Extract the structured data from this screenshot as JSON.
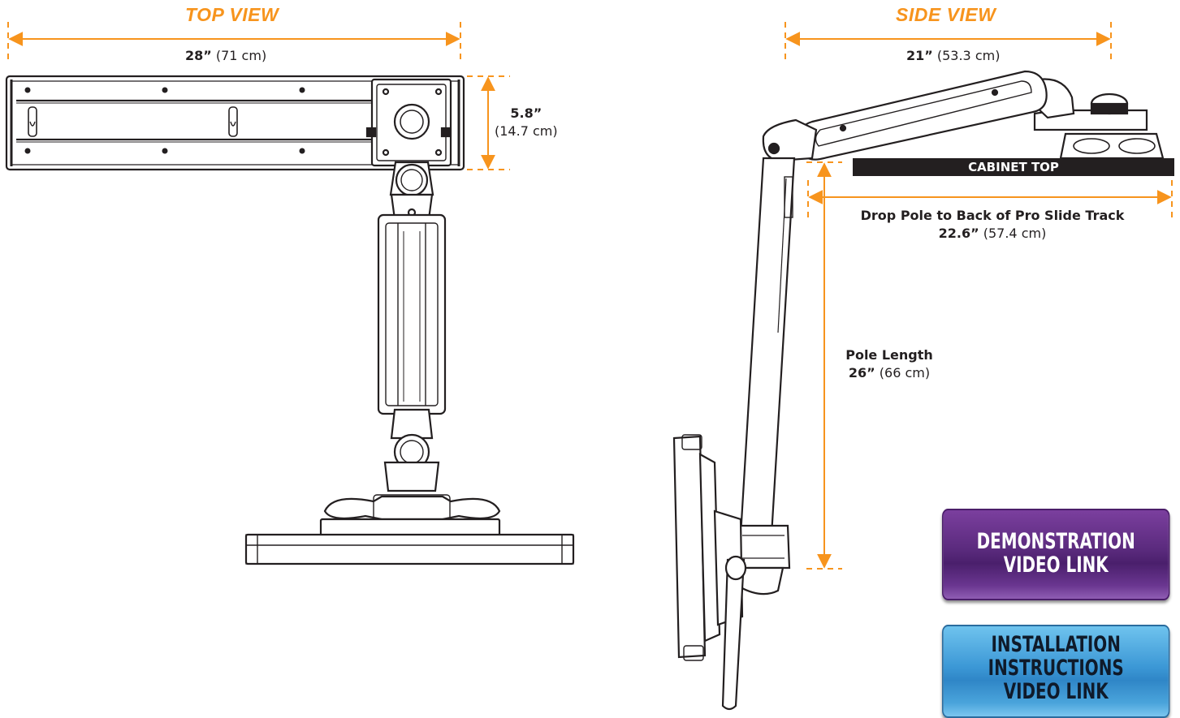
{
  "top_view": {
    "title": "TOP VIEW",
    "width_dim": {
      "bold": "28”",
      "rest": " (71 cm)"
    },
    "height_dim": {
      "bold": "5.8”",
      "rest": "(14.7 cm)"
    }
  },
  "side_view": {
    "title": "SIDE VIEW",
    "reach_dim": {
      "bold": "21”",
      "rest": " (53.3 cm)"
    },
    "cabinet_label": "CABINET TOP",
    "drop_pole": {
      "label": "Drop Pole to Back of Pro Slide Track",
      "bold": "22.6”",
      "rest": " (57.4 cm)"
    },
    "pole_length": {
      "label": "Pole Length",
      "bold": "26”",
      "rest": " (66 cm)"
    }
  },
  "buttons": {
    "demo": {
      "line1": "DEMONSTRATION",
      "line2": "VIDEO LINK"
    },
    "install": {
      "line1": "INSTALLATION",
      "line2": "INSTRUCTIONS",
      "line3": "VIDEO LINK"
    }
  },
  "colors": {
    "dimension": "#f7941d",
    "line": "#231f20",
    "demo_button": "#5a2a7d",
    "install_button": "#3c98d6"
  }
}
